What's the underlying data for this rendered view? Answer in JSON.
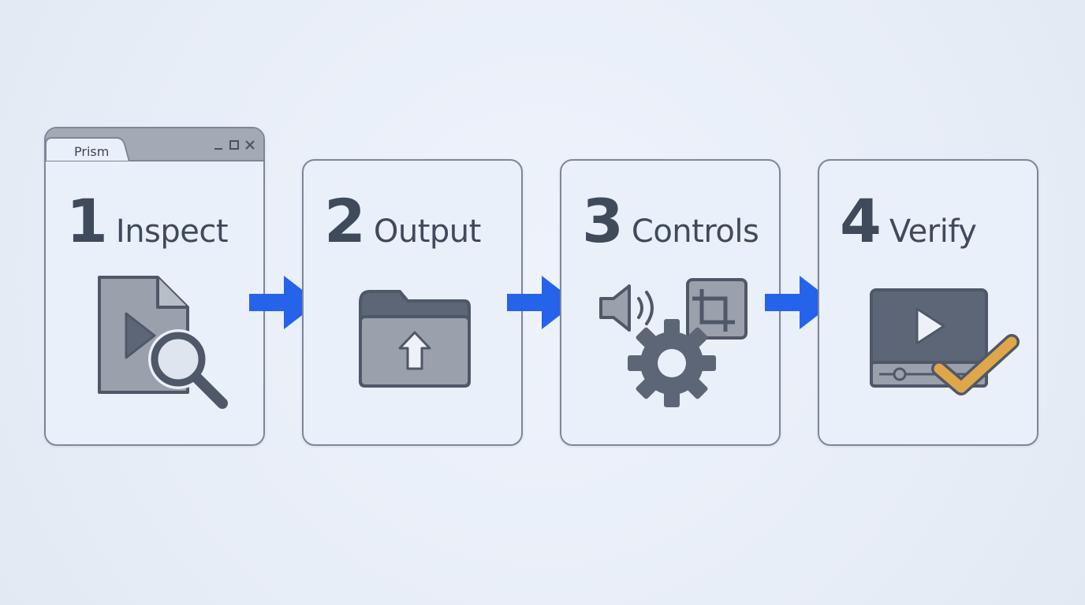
{
  "window": {
    "tab_title": "Prism"
  },
  "steps": [
    {
      "number": "1",
      "label": "Inspect",
      "icon": "file-search-icon"
    },
    {
      "number": "2",
      "label": "Output",
      "icon": "folder-upload-icon"
    },
    {
      "number": "3",
      "label": "Controls",
      "icon": "audio-crop-settings-icon"
    },
    {
      "number": "4",
      "label": "Verify",
      "icon": "video-check-icon"
    }
  ],
  "colors": {
    "background": "#e9eff8",
    "card_border": "#7d8796",
    "card_fill": "#eaf0f9",
    "icon_gray": "#5d6676",
    "icon_light": "#9aa1ac",
    "arrow_blue": "#2563eb",
    "check_orange": "#e0a64a",
    "text": "#3f4a5a"
  }
}
